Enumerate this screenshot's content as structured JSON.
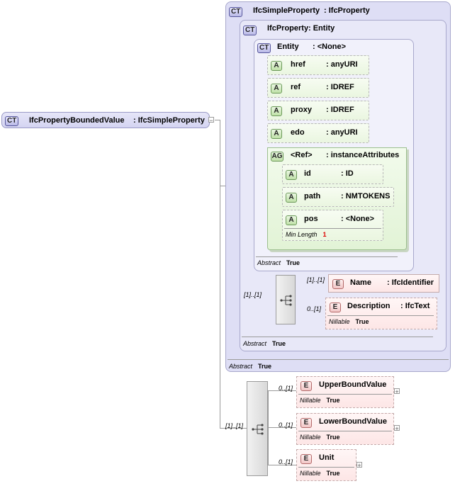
{
  "root": {
    "badge": "CT",
    "name": "IfcPropertyBoundedValue",
    "type": ": IfcSimpleProperty"
  },
  "simple_property": {
    "badge": "CT",
    "name": "IfcSimpleProperty",
    "type": ": IfcProperty",
    "abstract_label": "Abstract",
    "abstract_value": "True"
  },
  "property": {
    "badge": "CT",
    "name": "IfcProperty",
    "type": ": Entity",
    "abstract_label": "Abstract",
    "abstract_value": "True"
  },
  "entity": {
    "badge": "CT",
    "name": "Entity",
    "type": ": <None>",
    "abstract_label": "Abstract",
    "abstract_value": "True"
  },
  "attributes": [
    {
      "badge": "A",
      "name": "href",
      "type": ": anyURI"
    },
    {
      "badge": "A",
      "name": "ref",
      "type": ": IDREF"
    },
    {
      "badge": "A",
      "name": "proxy",
      "type": ": IDREF"
    },
    {
      "badge": "A",
      "name": "edo",
      "type": ": anyURI"
    }
  ],
  "attribute_group": {
    "badge": "AG",
    "name": "<Ref>",
    "type": ": instanceAttributes",
    "items": [
      {
        "badge": "A",
        "name": "id",
        "type": ": ID"
      },
      {
        "badge": "A",
        "name": "path",
        "type": ": NMTOKENS"
      },
      {
        "badge": "A",
        "name": "pos",
        "type": ": <None>",
        "facet_label": "Min Length",
        "facet_value": "1"
      }
    ]
  },
  "property_elements": {
    "seq_card": "[1]..[1]",
    "items": [
      {
        "badge": "E",
        "name": "Name",
        "type": ": IfcIdentifier",
        "card": "[1]..[1]"
      },
      {
        "badge": "E",
        "name": "Description",
        "type": ": IfcText",
        "card": "0..[1]",
        "nillable_label": "Nillable",
        "nillable_value": "True"
      }
    ]
  },
  "bounded_elements": {
    "seq_card": "[1]..[1]",
    "items": [
      {
        "badge": "E",
        "name": "UpperBoundValue",
        "card": "0..[1]",
        "nillable_label": "Nillable",
        "nillable_value": "True"
      },
      {
        "badge": "E",
        "name": "LowerBoundValue",
        "card": "0..[1]",
        "nillable_label": "Nillable",
        "nillable_value": "True"
      },
      {
        "badge": "E",
        "name": "Unit",
        "card": "0..[1]",
        "nillable_label": "Nillable",
        "nillable_value": "True"
      }
    ]
  }
}
